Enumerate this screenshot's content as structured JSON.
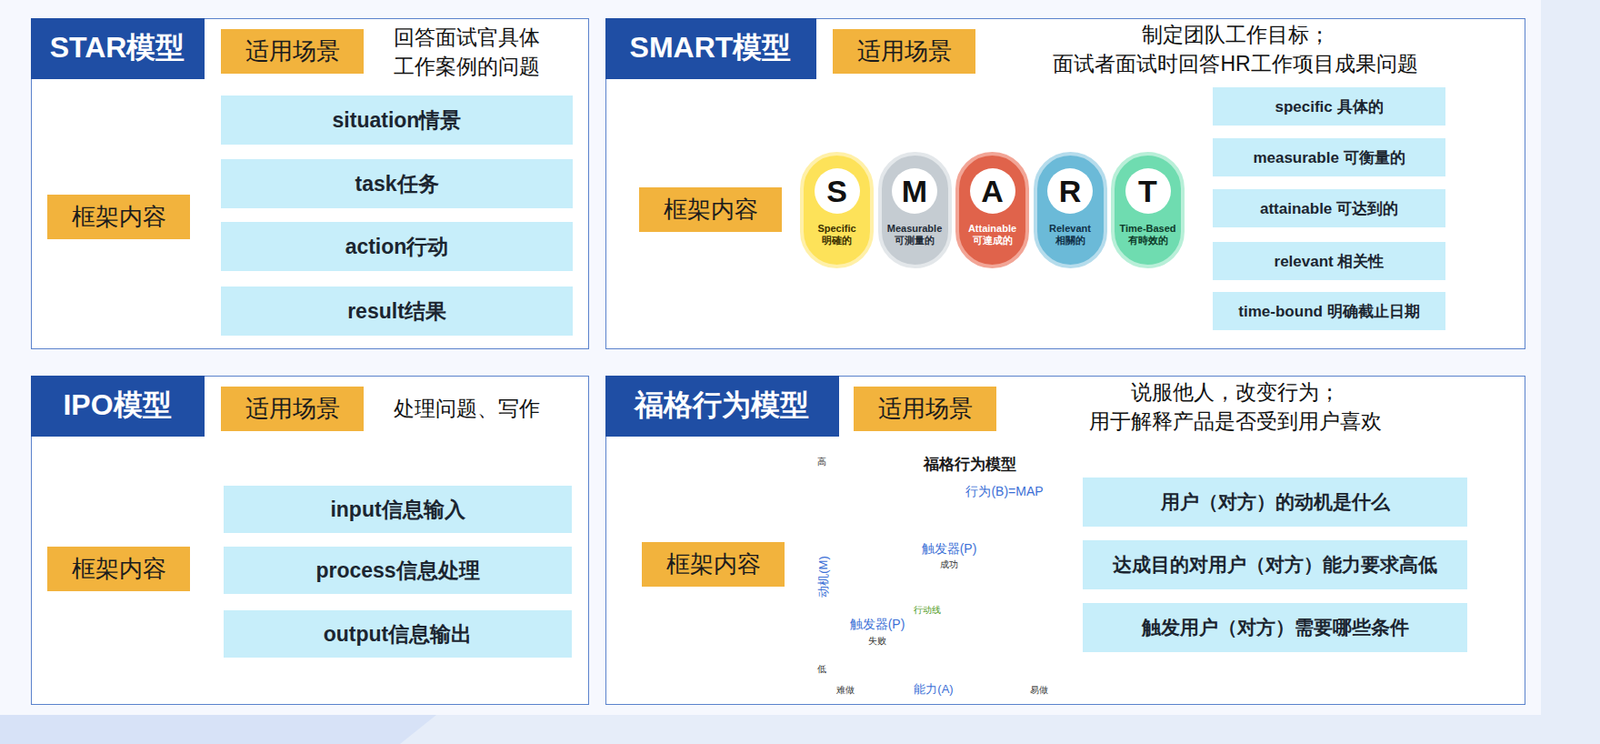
{
  "diagram": {
    "nodes": [
      {
        "text": [
          "STAR模型",
          "回答面试官具体工作案例的问题"
        ]
      },
      {
        "text": [
          "适用场景"
        ],
        "in": 0
      },
      {
        "text": [
          "框架内容"
        ],
        "in": 0
      },
      {
        "text": [
          "situation情景"
        ],
        "in": 0
      },
      {
        "text": [
          "task任务"
        ],
        "in": 0
      },
      {
        "text": [
          "action行动"
        ],
        "in": 0
      },
      {
        "text": [
          "result结果"
        ],
        "in": 0
      },
      {
        "text": [
          "SMART模型",
          "制定团队工作目标；",
          "面试者面试时回答HR工作项目成果问题"
        ]
      },
      {
        "text": [
          "适用场景"
        ],
        "in": 7
      },
      {
        "text": [
          "框架内容"
        ],
        "in": 7
      },
      {
        "text": [
          "S",
          "Specific",
          "明確的"
        ],
        "in": 7
      },
      {
        "text": [
          "M",
          "Measurable",
          "可測量的"
        ],
        "in": 7
      },
      {
        "text": [
          "A",
          "Attainable",
          "可達成的"
        ],
        "in": 7
      },
      {
        "text": [
          "R",
          "Relevant",
          "相關的"
        ],
        "in": 7
      },
      {
        "text": [
          "T",
          "Time-Based",
          "有時效的"
        ],
        "in": 7
      },
      {
        "text": [
          "specific 具体的"
        ],
        "in": 7
      },
      {
        "text": [
          "measurable 可衡量的"
        ],
        "in": 7
      },
      {
        "text": [
          "attainable 可达到的"
        ],
        "in": 7
      },
      {
        "text": [
          "relevant 相关性"
        ],
        "in": 7
      },
      {
        "text": [
          "time-bound 明确截止日期"
        ],
        "in": 7
      },
      {
        "text": [
          "IPO模型",
          "处理问题、写作"
        ]
      },
      {
        "text": [
          "适用场景"
        ],
        "in": 20
      },
      {
        "text": [
          "框架内容"
        ],
        "in": 20
      },
      {
        "text": [
          "input信息输入"
        ],
        "in": 20
      },
      {
        "text": [
          "process信息处理"
        ],
        "in": 20
      },
      {
        "text": [
          "output信息输出"
        ],
        "in": 20
      },
      {
        "text": [
          "福格行为模型",
          "说服他人，改变行为；",
          "用于解释产品是否受到用户喜欢"
        ]
      },
      {
        "text": [
          "适用场景"
        ],
        "in": 26
      },
      {
        "text": [
          "框架内容"
        ],
        "in": 26
      },
      {
        "text": [
          "用户（对方）的动机是什么"
        ],
        "in": 26
      },
      {
        "text": [
          "达成目的对用户（对方）能力要求高低"
        ],
        "in": 26
      },
      {
        "text": [
          "触发用户（对方）需要哪些条件"
        ],
        "in": 26
      }
    ],
    "labels": [
      "福格行为模型",
      "行为(B)=MAP",
      "触发器(P)",
      "成功",
      "行动线",
      "触发器(P)",
      "失败",
      "高",
      "低",
      "动机(M)",
      "难做",
      "能力(A)",
      "易做"
    ]
  }
}
